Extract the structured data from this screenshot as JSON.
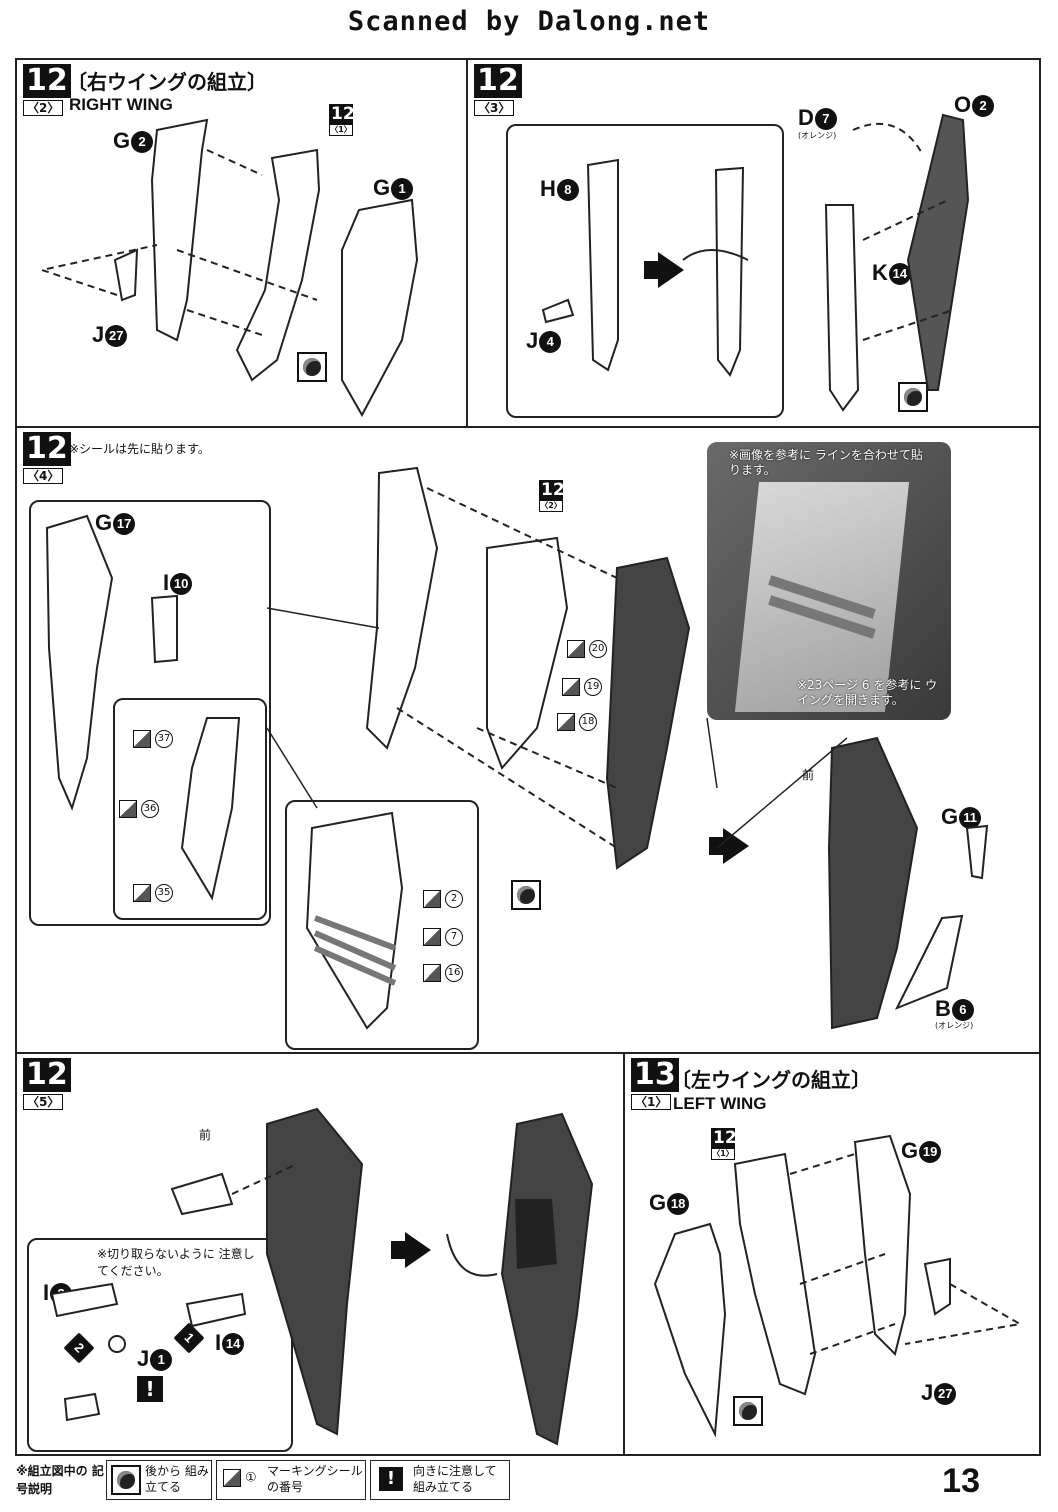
{
  "header": {
    "scan_credit": "Scanned by Dalong.net"
  },
  "panel_12_2": {
    "step": "12",
    "substep": "〈2〉",
    "title": "〔右ウイングの組立〕",
    "subtitle": "RIGHT WING",
    "labels": [
      {
        "part": "G",
        "num": "2"
      },
      {
        "part": "G",
        "num": "1"
      },
      {
        "part": "J",
        "num": "27"
      }
    ],
    "ref": {
      "step": "12",
      "sub": "〈1〉"
    }
  },
  "panel_12_3": {
    "step": "12",
    "substep": "〈3〉",
    "labels": [
      {
        "part": "H",
        "num": "8"
      },
      {
        "part": "J",
        "num": "4"
      },
      {
        "part": "D",
        "num": "7"
      },
      {
        "part": "O",
        "num": "2"
      },
      {
        "part": "K",
        "num": "14"
      }
    ],
    "orange": "(オレンジ)"
  },
  "panel_12_4": {
    "step": "12",
    "substep": "〈4〉",
    "note": "※シールは先に貼ります。",
    "labels": [
      {
        "part": "G",
        "num": "17"
      },
      {
        "part": "I",
        "num": "10"
      },
      {
        "part": "G",
        "num": "11"
      },
      {
        "part": "B",
        "num": "6"
      }
    ],
    "orange": "(オレンジ)",
    "ref": {
      "step": "12",
      "sub": "〈2〉"
    },
    "stickers_a": [
      "37",
      "36",
      "35"
    ],
    "stickers_b": [
      "20",
      "19",
      "18"
    ],
    "stickers_c": [
      "2",
      "7",
      "16"
    ],
    "photo_note_1": "※画像を参考に ラインを合わせて貼ります。",
    "photo_note_2": "※23ページ 6 を参考に ウイングを開きます。",
    "front": "前"
  },
  "panel_12_5": {
    "step": "12",
    "substep": "〈5〉",
    "front": "前",
    "caution": "※切り取らないように 注意してください。",
    "labels": [
      {
        "part": "I",
        "num": "2"
      },
      {
        "part": "I",
        "num": "14"
      },
      {
        "part": "J",
        "num": "1"
      }
    ],
    "steps": [
      "1",
      "2"
    ]
  },
  "panel_13_1": {
    "step": "13",
    "substep": "〈1〉",
    "title": "〔左ウイングの組立〕",
    "subtitle": "LEFT WING",
    "labels": [
      {
        "part": "G",
        "num": "19"
      },
      {
        "part": "G",
        "num": "18"
      },
      {
        "part": "J",
        "num": "27"
      }
    ],
    "ref": {
      "step": "12",
      "sub": "〈1〉"
    }
  },
  "legend": {
    "title": "※組立図中の 記号説明",
    "back_assemble": "後から 組み立てる",
    "sticker_sample": "①",
    "sticker_label": "マーキングシール の番号",
    "caution_label": "向きに注意して 組み立てる"
  },
  "page_number": "13"
}
